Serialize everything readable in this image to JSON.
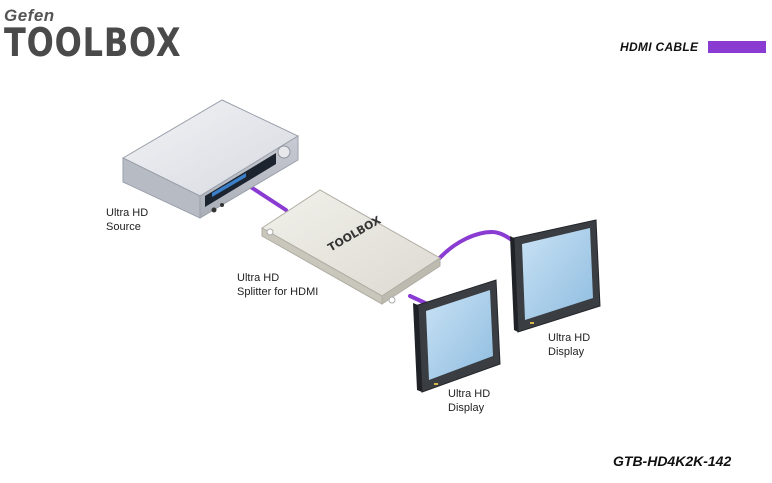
{
  "logo": {
    "brand": "Gefen",
    "product_line": "TOOLBOX"
  },
  "legend": {
    "cable_label": "HDMI CABLE",
    "cable_color": "#8a3bd1"
  },
  "devices": {
    "source": {
      "label": "Ultra HD\nSource"
    },
    "splitter": {
      "label": "Ultra HD\nSplitter for HDMI",
      "badge": "TOOLBOX"
    },
    "display_1": {
      "label": "Ultra HD\nDisplay"
    },
    "display_2": {
      "label": "Ultra HD\nDisplay"
    }
  },
  "model_number": "GTB-HD4K2K-142"
}
